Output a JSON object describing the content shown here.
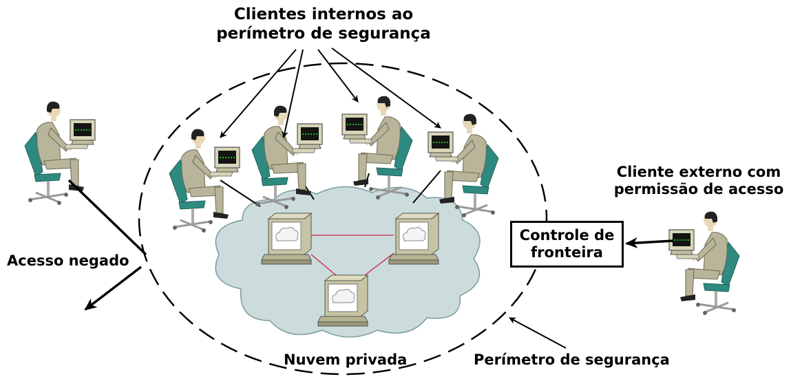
{
  "labels": {
    "internal_clients": [
      "Clientes internos ao",
      "perímetro de segurança"
    ],
    "external_client": [
      "Cliente externo com",
      "permissão de acesso"
    ],
    "border_control": [
      "Controle de",
      "fronteira"
    ],
    "access_denied": "Acesso negado",
    "private_cloud": "Nuvem privada",
    "security_perimeter": "Perímetro de segurança"
  },
  "colors": {
    "suit": "#b8b59a",
    "suit_dark": "#8f8c70",
    "chair": "#2e8a80",
    "monitor_case": "#d8d6b8",
    "screen": "#141414",
    "screen_dots": "#22ee22",
    "cloud_fill": "#ccdcdc",
    "cloud_stroke": "#7a9a9a",
    "link": "#cc2244"
  },
  "icons": [
    "person-at-computer-icon",
    "server-computer-icon",
    "cloud-icon"
  ]
}
